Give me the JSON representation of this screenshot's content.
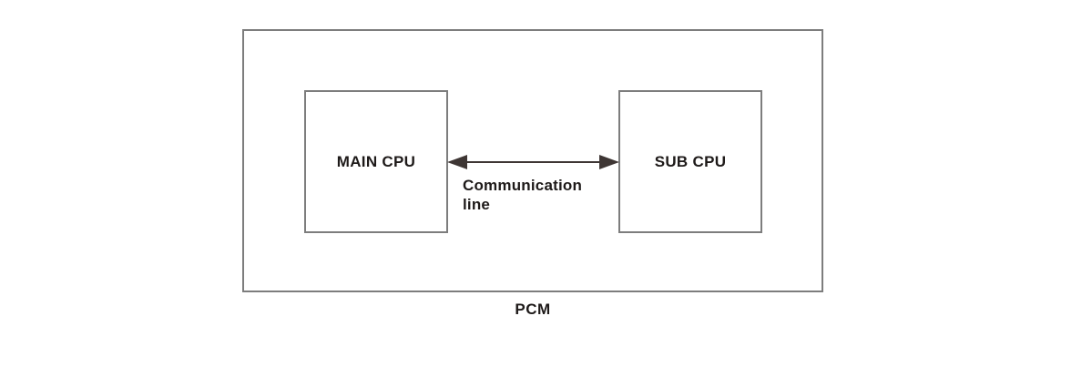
{
  "diagram": {
    "outer_label": "PCM",
    "main_cpu_label": "MAIN CPU",
    "sub_cpu_label": "SUB CPU",
    "connection_label": "Communication\nline",
    "colors": {
      "background": "#ffffff",
      "border": "#7d7d7d",
      "arrow": "#3e3634",
      "text": "#1e1a19"
    }
  }
}
